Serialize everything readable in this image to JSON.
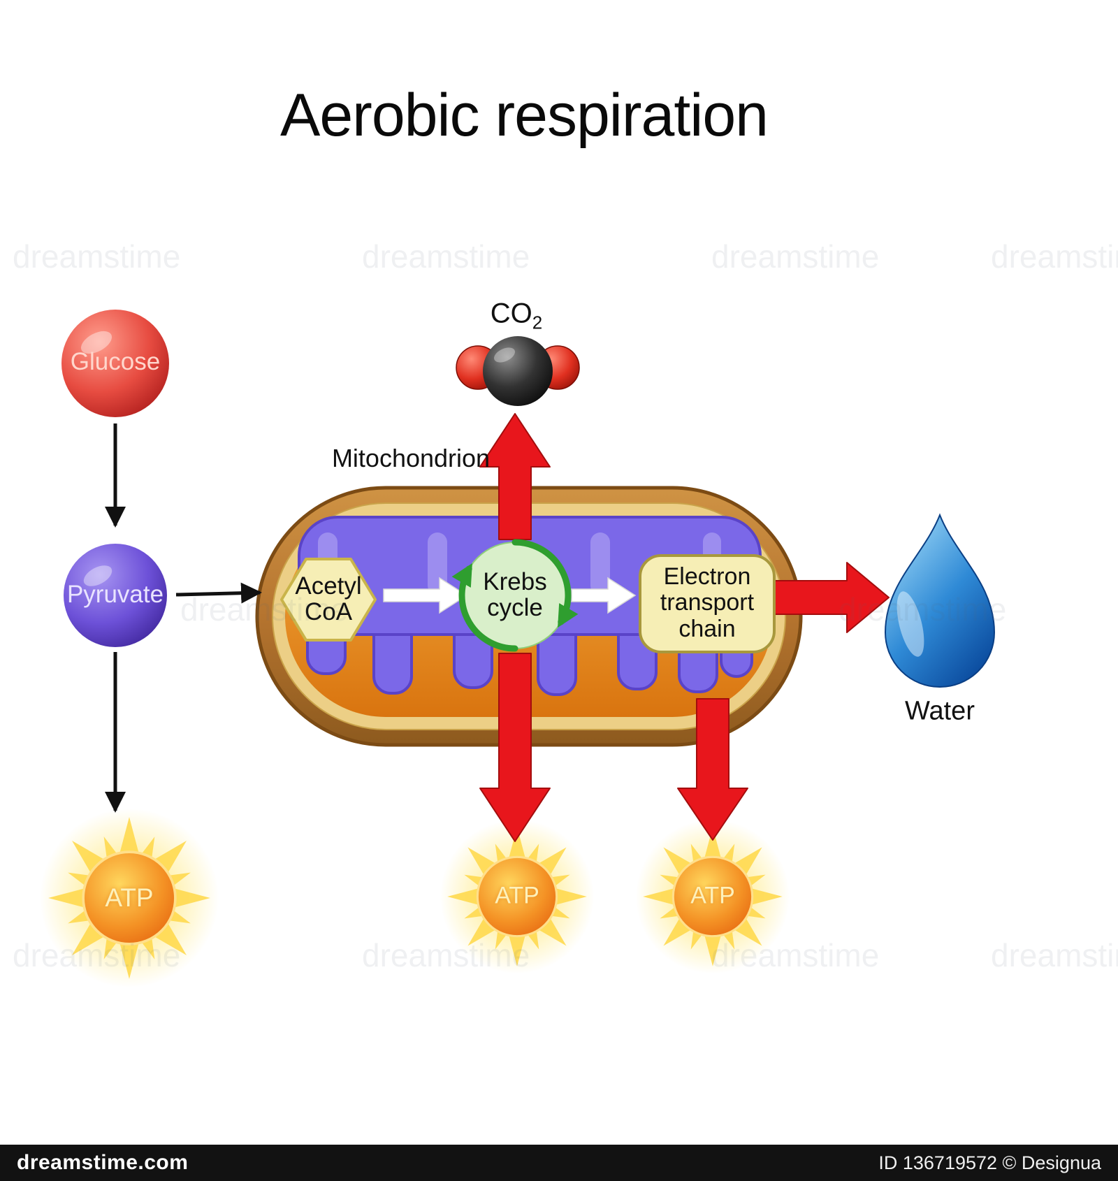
{
  "title": "Aerobic respiration",
  "labels": {
    "mitochondrion": "Mitochondrion",
    "co2_base": "CO",
    "co2_sub": "2",
    "water": "Water"
  },
  "nodes": {
    "glucose": "Glucose",
    "pyruvate": "Pyruvate",
    "acetyl_line1": "Acetyl",
    "acetyl_line2": "CoA",
    "krebs_line1": "Krebs",
    "krebs_line2": "cycle",
    "etc_line1": "Electron",
    "etc_line2": "transport",
    "etc_line3": "chain",
    "atp": "ATP"
  },
  "footer": {
    "site": "dreamstime.com",
    "credit": "ID 136719572 © Designua"
  },
  "watermark": {
    "text": "dreamstime"
  },
  "colors": {
    "glucose_sphere": "#e74c41",
    "pyruvate_sphere": "#6d51d8",
    "red_arrow": "#e8161c",
    "mitochondrion_rim": "#b5742f",
    "cristae": "#7b68e8",
    "matrix": "#d9740f",
    "krebs_fill": "#d9efca",
    "node_box_fill": "#f6eeb5",
    "water_drop": "#2f8ad6",
    "atp_core": "#f49225",
    "starburst_rays": "#ffd94f"
  }
}
